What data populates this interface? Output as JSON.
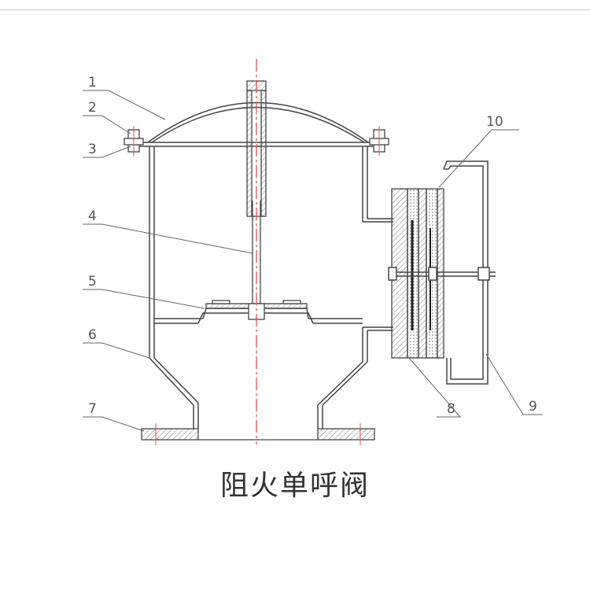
{
  "caption": "阻火单呼阀",
  "part_labels": [
    "1",
    "2",
    "3",
    "4",
    "5",
    "6",
    "7",
    "8",
    "9",
    "10"
  ],
  "colors": {
    "line": "#444444",
    "hatch": "#9a9a9a",
    "centerline": "#e05050",
    "leader": "#666666",
    "label": "#555555",
    "caption": "#333333",
    "rule": "#cfcfcf"
  }
}
